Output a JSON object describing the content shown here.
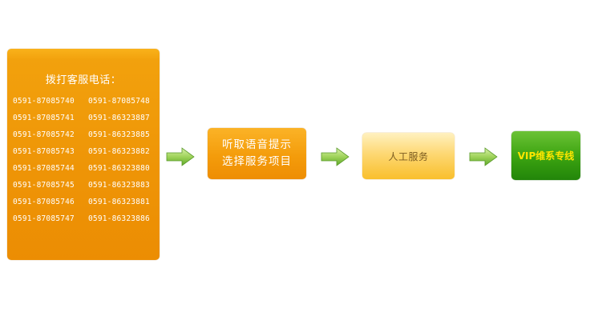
{
  "hotline": {
    "title": "拨打客服电话：",
    "numbers_left": [
      "0591-87085740",
      "0591-87085741",
      "0591-87085742",
      "0591-87085743",
      "0591-87085744",
      "0591-87085745",
      "0591-87085746",
      "0591-87085747"
    ],
    "numbers_right": [
      "0591-87085748",
      "0591-86323887",
      "0591-86323885",
      "0591-86323882",
      "0591-86323880",
      "0591-86323883",
      "0591-86323881",
      "0591-86323886"
    ]
  },
  "steps": {
    "voice_line1": "听取语音提示",
    "voice_line2": "选择服务项目",
    "human": "人工服务",
    "vip": "VIP维系专线"
  },
  "colors": {
    "orange_panel": "#ee9406",
    "arrow_green": "#7cc23a",
    "vip_green": "#3da511",
    "vip_text": "#ffe600"
  }
}
